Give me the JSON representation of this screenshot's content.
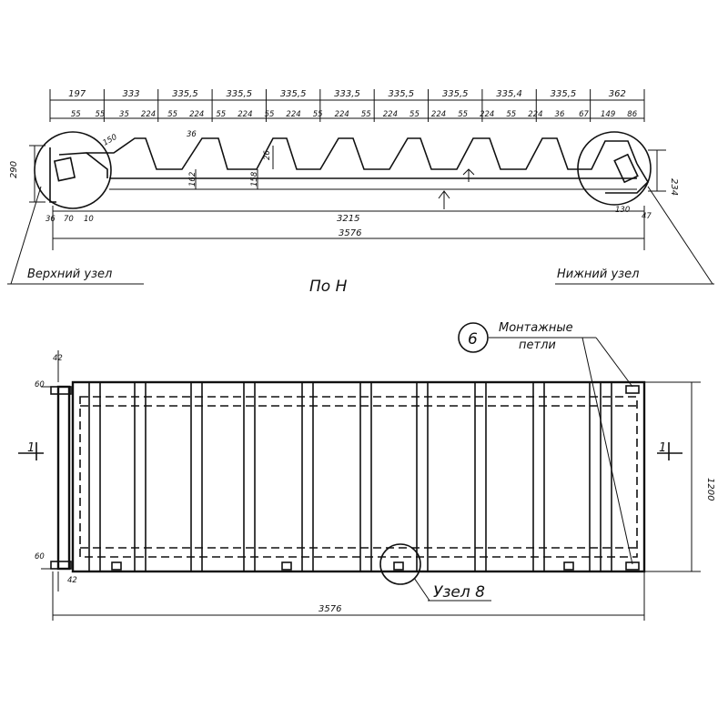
{
  "top_view": {
    "segments": [
      "197",
      "333",
      "335,5",
      "335,5",
      "335,5",
      "333,5",
      "335,5",
      "335,5",
      "335,4",
      "335,5",
      "362"
    ],
    "sub_dims": [
      "55",
      "55",
      "35",
      "224",
      "55",
      "224",
      "55",
      "224",
      "55",
      "224",
      "55",
      "224",
      "55",
      "224",
      "55",
      "224",
      "55",
      "224",
      "55",
      "224",
      "36",
      "67",
      "149",
      "86"
    ],
    "height_left": "290",
    "height_right": "234",
    "rib_thickness": "36",
    "angle_label": "150",
    "inner_h1": "162",
    "inner_h2": "158",
    "inner_h3": "26",
    "bottom_left_dims": [
      "36",
      "70",
      "10"
    ],
    "inner_length": "3215",
    "right_small_dims": [
      "130",
      "47"
    ],
    "total_length": "3576",
    "left_node_label": "Верхний узел",
    "right_node_label": "Нижний узел",
    "view_label": "По Н"
  },
  "plan_view": {
    "top_left_dims": [
      "42",
      "60"
    ],
    "bottom_left_dims": [
      "60",
      "42"
    ],
    "height": "1200",
    "total_length": "3576",
    "section_mark": "1",
    "callout_number": "6",
    "callout_text_line1": "Монтажные",
    "callout_text_line2": "петли",
    "node_label": "Узел 8"
  }
}
